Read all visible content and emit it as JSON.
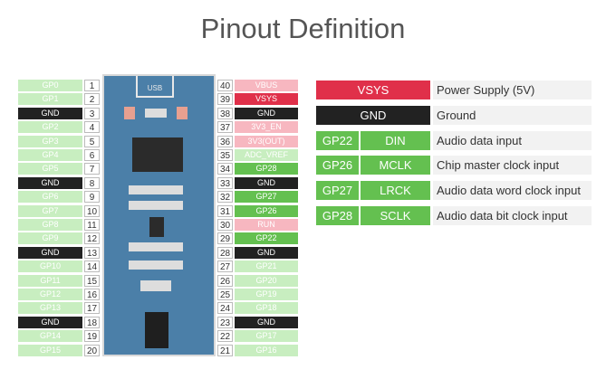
{
  "title": "Pinout Definition",
  "board": {
    "usb_label": "USB"
  },
  "left_pins": [
    {
      "label": "GP0",
      "num": "1",
      "kind": "gp"
    },
    {
      "label": "GP1",
      "num": "2",
      "kind": "gp"
    },
    {
      "label": "GND",
      "num": "3",
      "kind": "gnd"
    },
    {
      "label": "GP2",
      "num": "4",
      "kind": "gp"
    },
    {
      "label": "GP3",
      "num": "5",
      "kind": "gp"
    },
    {
      "label": "GP4",
      "num": "6",
      "kind": "gp"
    },
    {
      "label": "GP5",
      "num": "7",
      "kind": "gp"
    },
    {
      "label": "GND",
      "num": "8",
      "kind": "gnd"
    },
    {
      "label": "GP6",
      "num": "9",
      "kind": "gp"
    },
    {
      "label": "GP7",
      "num": "10",
      "kind": "gp"
    },
    {
      "label": "GP8",
      "num": "11",
      "kind": "gp"
    },
    {
      "label": "GP9",
      "num": "12",
      "kind": "gp"
    },
    {
      "label": "GND",
      "num": "13",
      "kind": "gnd"
    },
    {
      "label": "GP10",
      "num": "14",
      "kind": "gp"
    },
    {
      "label": "GP11",
      "num": "15",
      "kind": "gp"
    },
    {
      "label": "GP12",
      "num": "16",
      "kind": "gp"
    },
    {
      "label": "GP13",
      "num": "17",
      "kind": "gp"
    },
    {
      "label": "GND",
      "num": "18",
      "kind": "gnd"
    },
    {
      "label": "GP14",
      "num": "19",
      "kind": "gp"
    },
    {
      "label": "GP15",
      "num": "20",
      "kind": "gp"
    }
  ],
  "right_pins": [
    {
      "label": "VBUS",
      "num": "40",
      "kind": "pink"
    },
    {
      "label": "VSYS",
      "num": "39",
      "kind": "red"
    },
    {
      "label": "GND",
      "num": "38",
      "kind": "gnd"
    },
    {
      "label": "3V3_EN",
      "num": "37",
      "kind": "pink"
    },
    {
      "label": "3V3(OUT)",
      "num": "36",
      "kind": "pink"
    },
    {
      "label": "ADC_VREF",
      "num": "35",
      "kind": "gp"
    },
    {
      "label": "GP28",
      "num": "34",
      "kind": "green"
    },
    {
      "label": "GND",
      "num": "33",
      "kind": "gnd"
    },
    {
      "label": "GP27",
      "num": "32",
      "kind": "green"
    },
    {
      "label": "GP26",
      "num": "31",
      "kind": "green"
    },
    {
      "label": "RUN",
      "num": "30",
      "kind": "pink"
    },
    {
      "label": "GP22",
      "num": "29",
      "kind": "green"
    },
    {
      "label": "GND",
      "num": "28",
      "kind": "gnd"
    },
    {
      "label": "GP21",
      "num": "27",
      "kind": "gp"
    },
    {
      "label": "GP20",
      "num": "26",
      "kind": "gp"
    },
    {
      "label": "GP19",
      "num": "25",
      "kind": "gp"
    },
    {
      "label": "GP18",
      "num": "24",
      "kind": "gp"
    },
    {
      "label": "GND",
      "num": "23",
      "kind": "gnd"
    },
    {
      "label": "GP17",
      "num": "22",
      "kind": "gp"
    },
    {
      "label": "GP16",
      "num": "21",
      "kind": "gp"
    }
  ],
  "legend": [
    {
      "pin": "VSYS",
      "signal": "",
      "desc": "Power Supply (5V)",
      "kind": "red"
    },
    {
      "pin": "GND",
      "signal": "",
      "desc": "Ground",
      "kind": "gnd"
    },
    {
      "pin": "GP22",
      "signal": "DIN",
      "desc": "Audio data input",
      "kind": "green"
    },
    {
      "pin": "GP26",
      "signal": "MCLK",
      "desc": "Chip master clock input",
      "kind": "green"
    },
    {
      "pin": "GP27",
      "signal": "LRCK",
      "desc": "Audio data word clock input",
      "kind": "green"
    },
    {
      "pin": "GP28",
      "signal": "SCLK",
      "desc": "Audio data bit clock input",
      "kind": "green"
    }
  ],
  "colors": {
    "red": "#e0304a",
    "pink": "#f7b7c0",
    "green": "#64c050",
    "gp": "#c8eec0",
    "gnd": "#222222"
  }
}
